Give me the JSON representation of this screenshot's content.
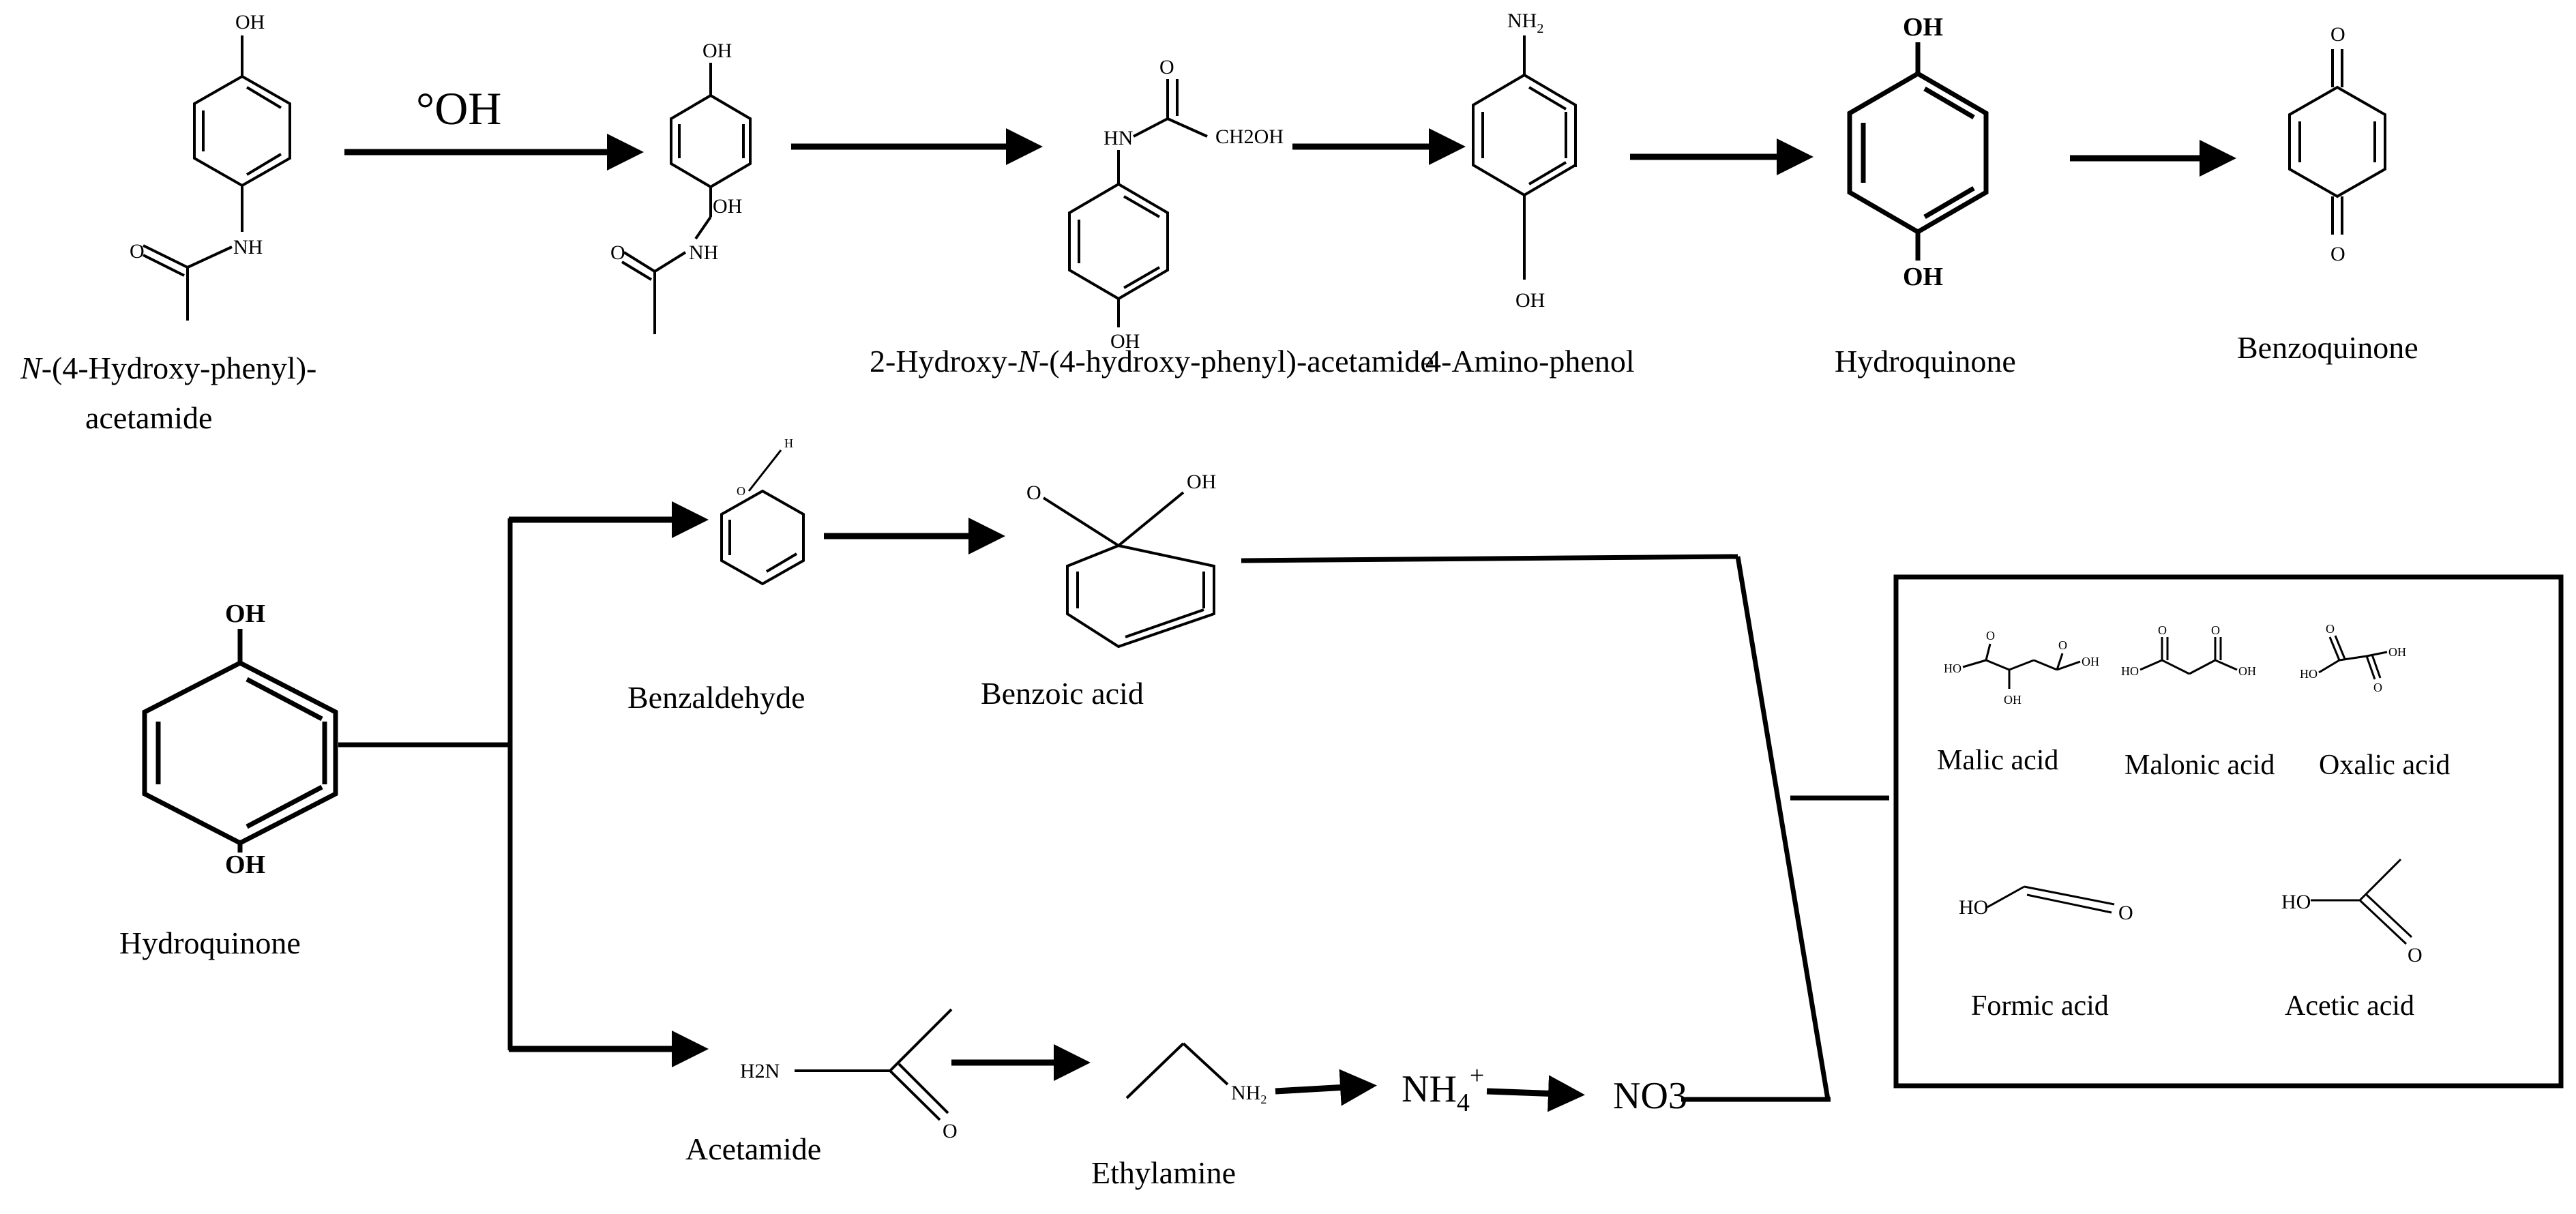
{
  "reagent": "°OH",
  "compounds": {
    "paracetamol": {
      "line1_italic": "N",
      "line1_rest": "-(4-Hydroxy-phenyl)-",
      "line2": "acetamide"
    },
    "hydroxy_acetamide": {
      "pre": "2-Hydroxy-",
      "italic": "N",
      "post": "-(4-hydroxy-phenyl)-acetamide"
    },
    "aminophenol": "4-Amino-phenol",
    "hydroquinone_top": "Hydroquinone",
    "benzoquinone": "Benzoquinone",
    "hydroquinone_bottom": "Hydroquinone",
    "benzaldehyde": "Benzaldehyde",
    "benzoic_acid": "Benzoic acid",
    "acetamide": "Acetamide",
    "ethylamine": "Ethylamine",
    "ammonium": {
      "base": "NH",
      "sub": "4",
      "sup": "+"
    },
    "nitrate": "NO3"
  },
  "acids_box": {
    "malic": "Malic acid",
    "malonic": "Malonic acid",
    "oxalic": "Oxalic acid",
    "formic": "Formic acid",
    "acetic": "Acetic acid"
  },
  "atoms": {
    "oh": "OH",
    "nh": "NH",
    "hn": "HN",
    "o": "O",
    "h": "H",
    "ho": "HO",
    "nh2": "NH",
    "two": "2",
    "ch2oh": "CH2OH",
    "h2n": "H2N"
  }
}
